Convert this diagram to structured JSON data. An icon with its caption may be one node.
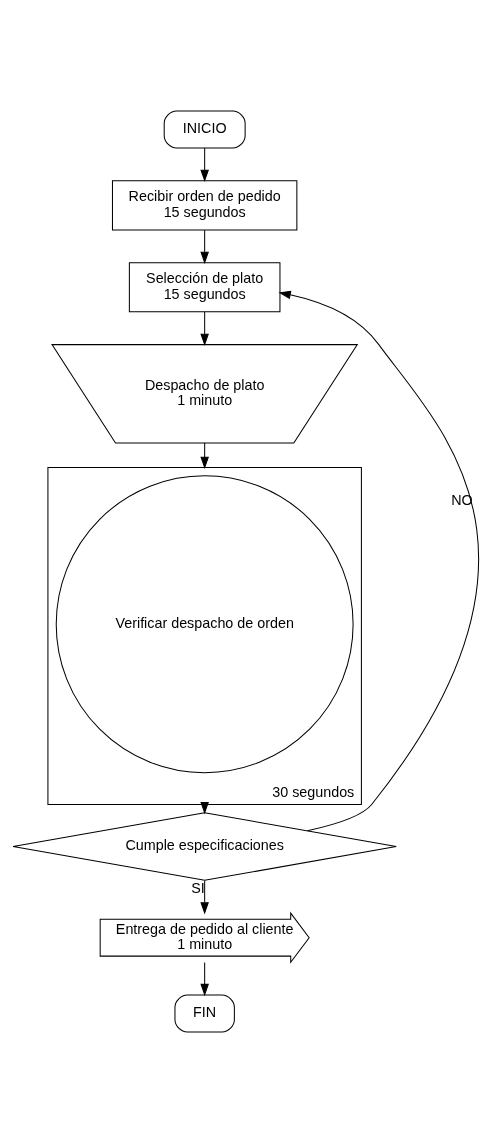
{
  "diagram": {
    "nodes": [
      {
        "text": [
          "INICIO"
        ]
      },
      {
        "text": [
          "Recibir orden de pedido",
          "15 segundos"
        ]
      },
      {
        "text": [
          "Selección de plato",
          "15 segundos"
        ]
      },
      {
        "text": [
          "Despacho de plato",
          "1 minuto"
        ]
      },
      {
        "text": [
          "30 segundos"
        ]
      },
      {
        "text": [
          "Verificar despacho de orden"
        ],
        "in": 4
      },
      {
        "text": [
          "Cumple especificaciones"
        ]
      },
      {
        "text": [
          "Entrega de pedido al cliente",
          "1 minuto"
        ]
      },
      {
        "text": [
          "FIN"
        ]
      }
    ],
    "edges": [
      {
        "from": 0,
        "to": 1,
        "arrow": "to"
      },
      {
        "from": 1,
        "to": 2,
        "arrow": "to"
      },
      {
        "from": 2,
        "to": 3,
        "arrow": "to"
      },
      {
        "from": 3,
        "to": 4,
        "arrow": "to"
      },
      {
        "from": 4,
        "to": 6,
        "arrow": "to"
      },
      {
        "from": 6,
        "to": 2,
        "arrow": "to",
        "label": "NO"
      },
      {
        "from": 6,
        "to": 7,
        "arrow": "to",
        "label": "SI"
      },
      {
        "from": 7,
        "to": 8,
        "arrow": "to"
      }
    ]
  }
}
